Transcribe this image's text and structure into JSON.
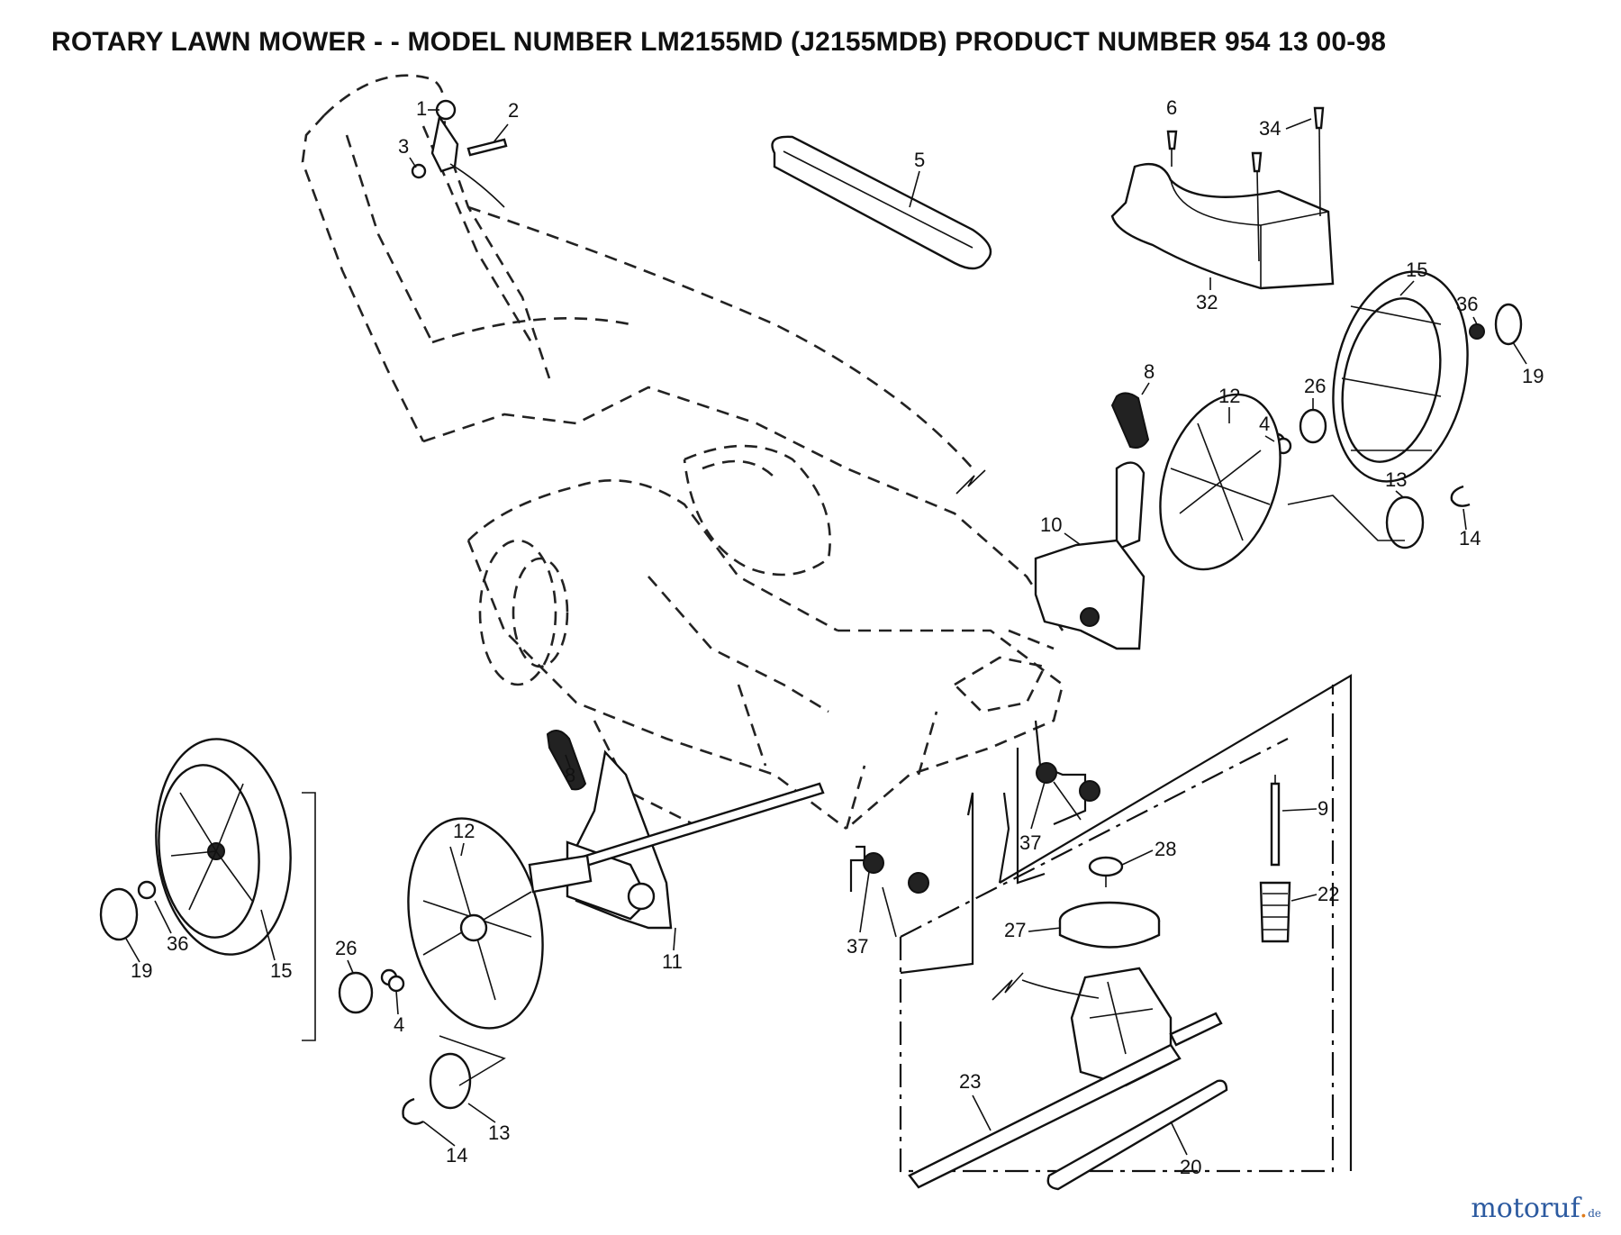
{
  "title": "ROTARY LAWN MOWER - - MODEL NUMBER LM2155MD (J2155MDB)  PRODUCT NUMBER  954 13 00-98",
  "watermark": {
    "name": "motoruf",
    "dot": ".",
    "tld": "de"
  },
  "callouts": {
    "p1": "1",
    "p2": "2",
    "p3": "3",
    "p5": "5",
    "p6": "6",
    "p34": "34",
    "p32": "32",
    "p15a": "15",
    "p36a": "36",
    "p19a": "19",
    "p8a": "8",
    "p12a": "12",
    "p26a": "26",
    "p4a": "4",
    "p13a": "13",
    "p14a": "14",
    "p10": "10",
    "p8b": "8",
    "p12b": "12",
    "p19b": "19",
    "p36b": "36",
    "p15b": "15",
    "p26b": "26",
    "p4b": "4",
    "p13b": "13",
    "p14b": "14",
    "p11": "11",
    "p37a": "37",
    "p37b": "37",
    "p28": "28",
    "p9": "9",
    "p22": "22",
    "p27": "27",
    "p23": "23",
    "p20": "20"
  }
}
